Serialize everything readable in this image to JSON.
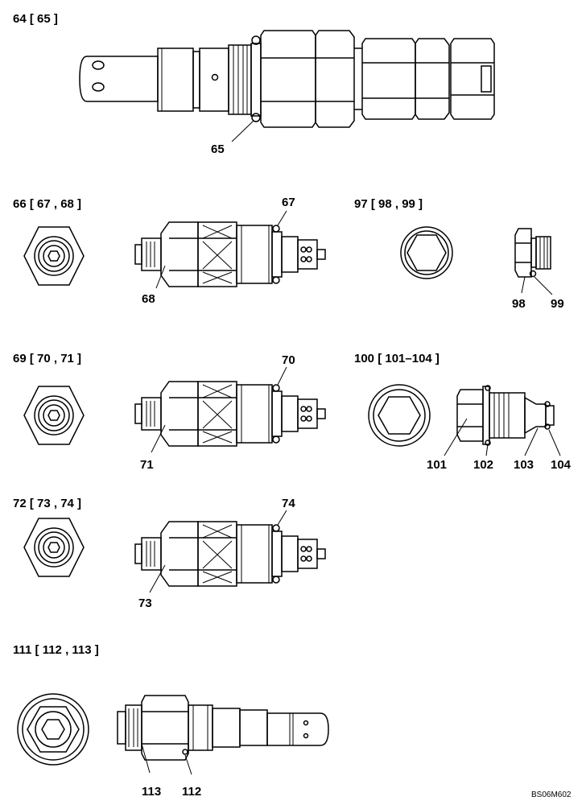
{
  "groups": {
    "g64": "64 [ 65 ]",
    "g66": "66 [ 67 , 68 ]",
    "g97": "97 [ 98 , 99 ]",
    "g69": "69 [ 70 , 71 ]",
    "g100": "100 [ 101–104 ]",
    "g72": "72 [ 73 , 74 ]",
    "g111": "111 [ 112 , 113 ]"
  },
  "callouts": {
    "c65": "65",
    "c67": "67",
    "c68": "68",
    "c98": "98",
    "c99": "99",
    "c70": "70",
    "c71": "71",
    "c101": "101",
    "c102": "102",
    "c103": "103",
    "c104": "104",
    "c74": "74",
    "c73": "73",
    "c113": "113",
    "c112": "112"
  },
  "drawing_code": "BS06M602"
}
